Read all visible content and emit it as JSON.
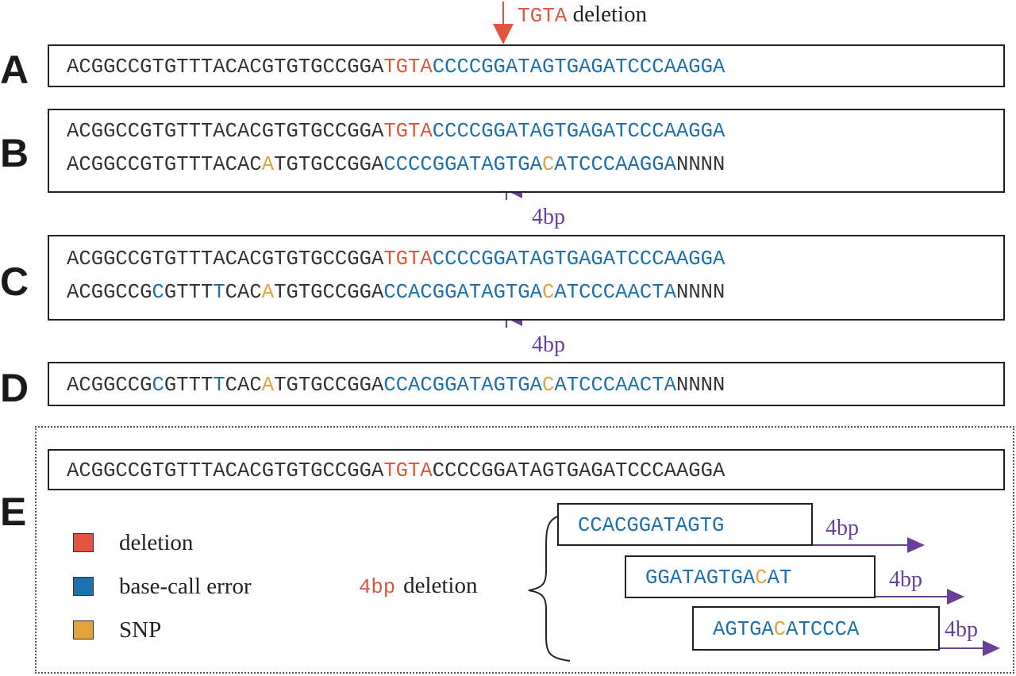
{
  "colors": {
    "deletion": "#e0553e",
    "base_call_error": "#1d6fae",
    "snp": "#e2a23e",
    "arrow": "#6a3f9c",
    "dark": "#333333"
  },
  "top_annotation": {
    "bases": "TGTA",
    "word": "deletion"
  },
  "panels": {
    "A": {
      "label": "A",
      "rows": [
        [
          {
            "t": "ACGGCCGTGTTTACACGTGTGCCGGA",
            "c": "dark"
          },
          {
            "t": "TGTA",
            "c": "red"
          },
          {
            "t": "CCCCGGATAGTGAGATCCCAAGGA",
            "c": "blue"
          }
        ]
      ]
    },
    "B": {
      "label": "B",
      "rows": [
        [
          {
            "t": "ACGGCCGTGTTTACACGTGTGCCGGA",
            "c": "dark"
          },
          {
            "t": "TGTA",
            "c": "red"
          },
          {
            "t": "CCCCGGATAGTGAGATCCCAAGGA",
            "c": "blue"
          }
        ],
        [
          {
            "t": "ACGGCCGTGTTTACAC",
            "c": "dark"
          },
          {
            "t": "A",
            "c": "orange"
          },
          {
            "t": "TGTGCCGGA",
            "c": "dark"
          },
          {
            "t": "CCCCGGATAGTGA",
            "c": "blue"
          },
          {
            "t": "C",
            "c": "orange"
          },
          {
            "t": "ATCCCAAGGA",
            "c": "blue"
          },
          {
            "t": "NNNN",
            "c": "dark"
          }
        ]
      ],
      "arrow_label": "4bp"
    },
    "C": {
      "label": "C",
      "rows": [
        [
          {
            "t": "ACGGCCGTGTTTACACGTGTGCCGGA",
            "c": "dark"
          },
          {
            "t": "TGTA",
            "c": "red"
          },
          {
            "t": "CCCCGGATAGTGAGATCCCAAGGA",
            "c": "blue"
          }
        ],
        [
          {
            "t": "ACGGCCG",
            "c": "dark"
          },
          {
            "t": "C",
            "c": "blue"
          },
          {
            "t": "GTTT",
            "c": "dark"
          },
          {
            "t": "T",
            "c": "blue"
          },
          {
            "t": "CAC",
            "c": "dark"
          },
          {
            "t": "A",
            "c": "orange"
          },
          {
            "t": "TGTGCCGGA",
            "c": "dark"
          },
          {
            "t": "CCACGGATAGTGA",
            "c": "blue"
          },
          {
            "t": "C",
            "c": "orange"
          },
          {
            "t": "ATCCCAACTA",
            "c": "blue"
          },
          {
            "t": "NNNN",
            "c": "dark"
          }
        ]
      ],
      "arrow_label": "4bp"
    },
    "D": {
      "label": "D",
      "rows": [
        [
          {
            "t": "ACGGCCG",
            "c": "dark"
          },
          {
            "t": "C",
            "c": "blue"
          },
          {
            "t": "GTTT",
            "c": "dark"
          },
          {
            "t": "T",
            "c": "blue"
          },
          {
            "t": "CAC",
            "c": "dark"
          },
          {
            "t": "A",
            "c": "orange"
          },
          {
            "t": "TGTGCCGGA",
            "c": "dark"
          },
          {
            "t": "CCACGGATAGTGA",
            "c": "blue"
          },
          {
            "t": "C",
            "c": "orange"
          },
          {
            "t": "ATCCCAACTA",
            "c": "blue"
          },
          {
            "t": "NNNN",
            "c": "dark"
          }
        ]
      ]
    },
    "E": {
      "label": "E",
      "reference": [
        {
          "t": "ACGGCCGTGTTTACACGTGTGCCGGA",
          "c": "dark"
        },
        {
          "t": "TGTA",
          "c": "red"
        },
        {
          "t": "CCCCGGATAGTGAGATCCCAAGGA",
          "c": "dark"
        }
      ],
      "legend": [
        {
          "label": "deletion",
          "color": "#e0553e"
        },
        {
          "label": "base-call error",
          "color": "#1d6fae"
        },
        {
          "label": "SNP",
          "color": "#e2a23e"
        }
      ],
      "deletion_note": {
        "size": "4bp",
        "word": "deletion"
      },
      "reads": [
        {
          "segments": [
            {
              "t": "CCACGGATAGTG",
              "c": "blue"
            }
          ],
          "arrow_label": "4bp"
        },
        {
          "segments": [
            {
              "t": "GGATAGTGA",
              "c": "blue"
            },
            {
              "t": "C",
              "c": "orange"
            },
            {
              "t": "AT",
              "c": "blue"
            }
          ],
          "arrow_label": "4bp"
        },
        {
          "segments": [
            {
              "t": "AGTGA",
              "c": "blue"
            },
            {
              "t": "C",
              "c": "orange"
            },
            {
              "t": "ATCCCA",
              "c": "blue"
            }
          ],
          "arrow_label": "4bp"
        }
      ]
    }
  }
}
